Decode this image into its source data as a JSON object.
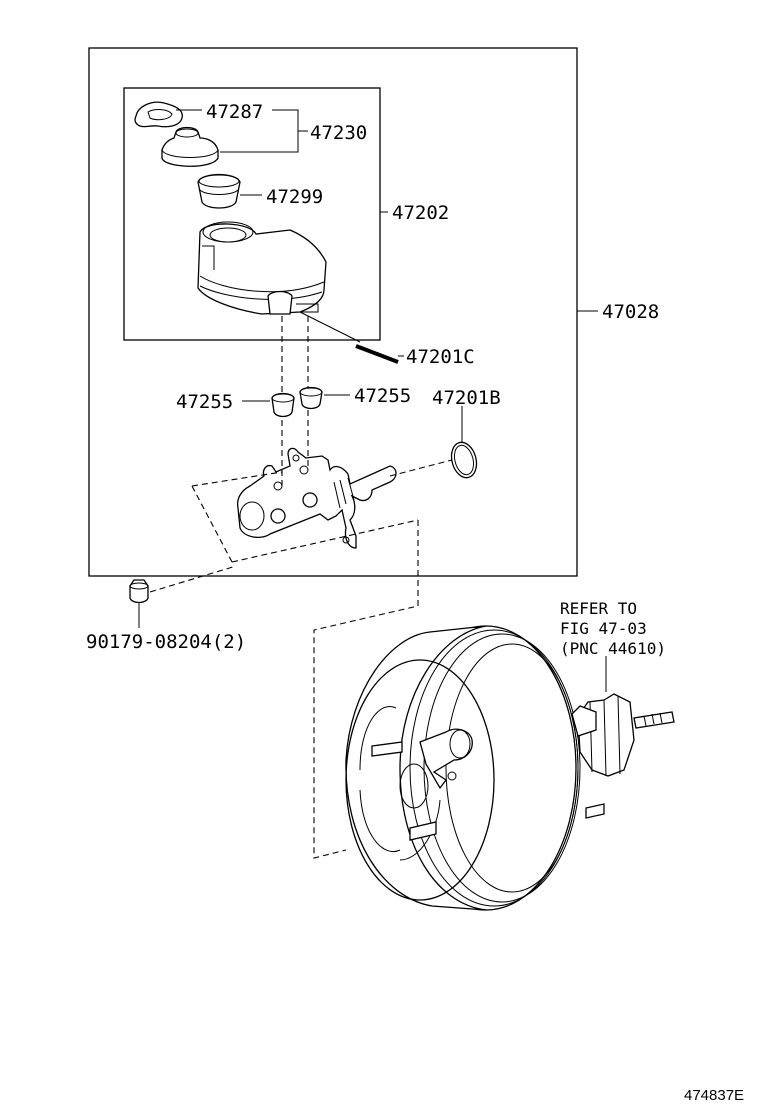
{
  "labels": {
    "p47287": "47287",
    "p47230": "47230",
    "p47299": "47299",
    "p47202": "47202",
    "p47028": "47028",
    "p47201c": "47201C",
    "p47255_left": "47255",
    "p47255_right": "47255",
    "p47201b": "47201B",
    "p90179": "90179-08204(2)",
    "refer_line1": "REFER TO",
    "refer_line2": "FIG 47-03",
    "refer_line3": "(PNC 44610)",
    "diagram_id": "474837E"
  }
}
